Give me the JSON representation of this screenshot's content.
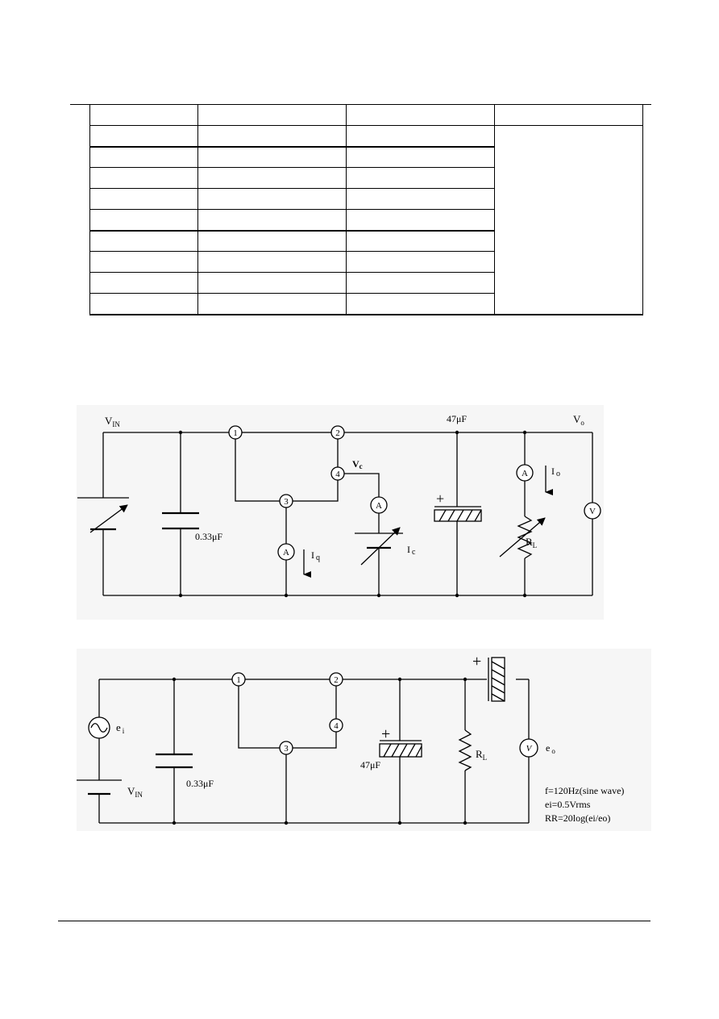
{
  "table": {
    "rows": 10,
    "cols": 4,
    "cells_empty": true
  },
  "figure1": {
    "node_1": "1",
    "node_2": "2",
    "node_3": "3",
    "node_4": "4",
    "vin_label": "V",
    "vin_sub": "IN",
    "vo_label": "V",
    "vo_sub": "o",
    "vc_label": "V",
    "vc_sub": "c",
    "cap_in": "0.33μF",
    "cap_out": "47μF",
    "meter_a": "A",
    "meter_v": "V",
    "iq_label": "I",
    "iq_sub": "q",
    "ic_label": "I",
    "ic_sub": "c",
    "io_label": "I",
    "io_sub": "o",
    "rl_label": "R",
    "rl_sub": "L",
    "plus": "+"
  },
  "figure2": {
    "node_1": "1",
    "node_2": "2",
    "node_3": "3",
    "node_4": "4",
    "ei_label": "e",
    "ei_sub": "i",
    "eo_label": "e",
    "eo_sub": "o",
    "vin_label": "V",
    "vin_sub": "IN",
    "cap_in": "0.33μF",
    "cap_mid": "47μF",
    "rl_label": "R",
    "rl_sub": "L",
    "meter_v": "V",
    "plus": "+",
    "note_1": "f=120Hz(sine wave)",
    "note_2": "ei=0.5Vrms",
    "note_3": "RR=20log(ei/eo)"
  }
}
